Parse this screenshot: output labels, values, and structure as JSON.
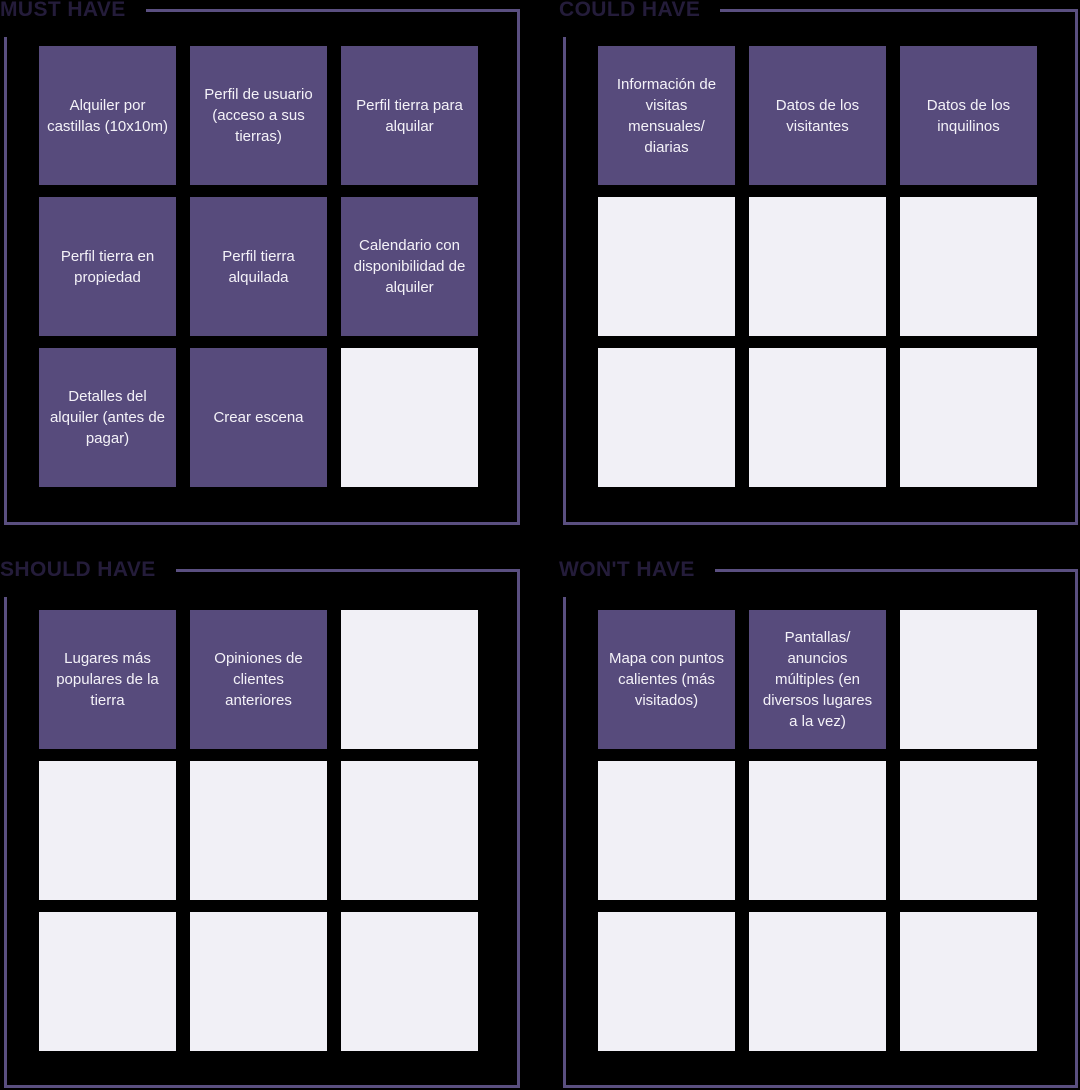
{
  "board": {
    "name": "MoSCoW prioritization board"
  },
  "colors": {
    "background": "#000000",
    "frame_border": "#5a4f80",
    "frame_title_text": "#241c3a",
    "sticky_filled": "#574b7c",
    "sticky_empty": "#f1f0f6",
    "sticky_text": "#f4f2f8"
  },
  "quadrants": [
    {
      "id": "must-have",
      "title": "MUST HAVE",
      "cards": [
        {
          "filled": true,
          "text": "Alquiler por castillas (10x10m)"
        },
        {
          "filled": true,
          "text": "Perfil de usuario (acceso a sus tierras)"
        },
        {
          "filled": true,
          "text": "Perfil tierra para alquilar"
        },
        {
          "filled": true,
          "text": "Perfil tierra en propiedad"
        },
        {
          "filled": true,
          "text": "Perfil tierra alquilada"
        },
        {
          "filled": true,
          "text": "Calendario con disponibilidad de alquiler"
        },
        {
          "filled": true,
          "text": "Detalles del alquiler (antes de pagar)"
        },
        {
          "filled": true,
          "text": "Crear escena"
        },
        {
          "filled": false,
          "text": ""
        }
      ]
    },
    {
      "id": "could-have",
      "title": "COULD HAVE",
      "cards": [
        {
          "filled": true,
          "text": "Información de visitas mensuales/ diarias"
        },
        {
          "filled": true,
          "text": "Datos de los visitantes"
        },
        {
          "filled": true,
          "text": "Datos de los inquilinos"
        },
        {
          "filled": false,
          "text": ""
        },
        {
          "filled": false,
          "text": ""
        },
        {
          "filled": false,
          "text": ""
        },
        {
          "filled": false,
          "text": ""
        },
        {
          "filled": false,
          "text": ""
        },
        {
          "filled": false,
          "text": ""
        }
      ]
    },
    {
      "id": "should-have",
      "title": "SHOULD HAVE",
      "cards": [
        {
          "filled": true,
          "text": "Lugares más populares de la tierra"
        },
        {
          "filled": true,
          "text": "Opiniones de clientes anteriores"
        },
        {
          "filled": false,
          "text": ""
        },
        {
          "filled": false,
          "text": ""
        },
        {
          "filled": false,
          "text": ""
        },
        {
          "filled": false,
          "text": ""
        },
        {
          "filled": false,
          "text": ""
        },
        {
          "filled": false,
          "text": ""
        },
        {
          "filled": false,
          "text": ""
        }
      ]
    },
    {
      "id": "wont-have",
      "title": "WON'T HAVE",
      "cards": [
        {
          "filled": true,
          "text": "Mapa con puntos calientes (más visitados)"
        },
        {
          "filled": true,
          "text": "Pantallas/ anuncios múltiples (en diversos lugares a la vez)"
        },
        {
          "filled": false,
          "text": ""
        },
        {
          "filled": false,
          "text": ""
        },
        {
          "filled": false,
          "text": ""
        },
        {
          "filled": false,
          "text": ""
        },
        {
          "filled": false,
          "text": ""
        },
        {
          "filled": false,
          "text": ""
        },
        {
          "filled": false,
          "text": ""
        }
      ]
    }
  ]
}
